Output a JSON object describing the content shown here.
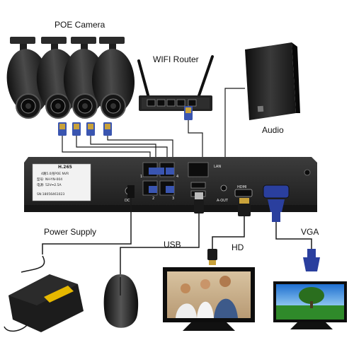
{
  "labels": {
    "poe_camera": "POE Camera",
    "wifi_router": "WIFI Router",
    "audio": "Audio",
    "power_supply": "Power Supply",
    "usb": "USB",
    "hd": "HD",
    "vga": "VGA"
  },
  "nvr": {
    "codec": "H.265",
    "sticker_line1": "4路5.0兆POE NVR",
    "model": "型号: NH-YN-004",
    "power": "电源: 52V⎓2.5A",
    "serial": "SN:18056461023",
    "port_numbers": [
      "1",
      "2",
      "3",
      "4"
    ],
    "lan": "LAN",
    "dc": "DC",
    "a_out": "A-OUT",
    "hdmi": "HDMI"
  },
  "colors": {
    "nvr_body": "#262626",
    "cable": "#1a1a1a",
    "connector_blue": "#3a55b0",
    "vga_blue": "#2a3f9e"
  }
}
